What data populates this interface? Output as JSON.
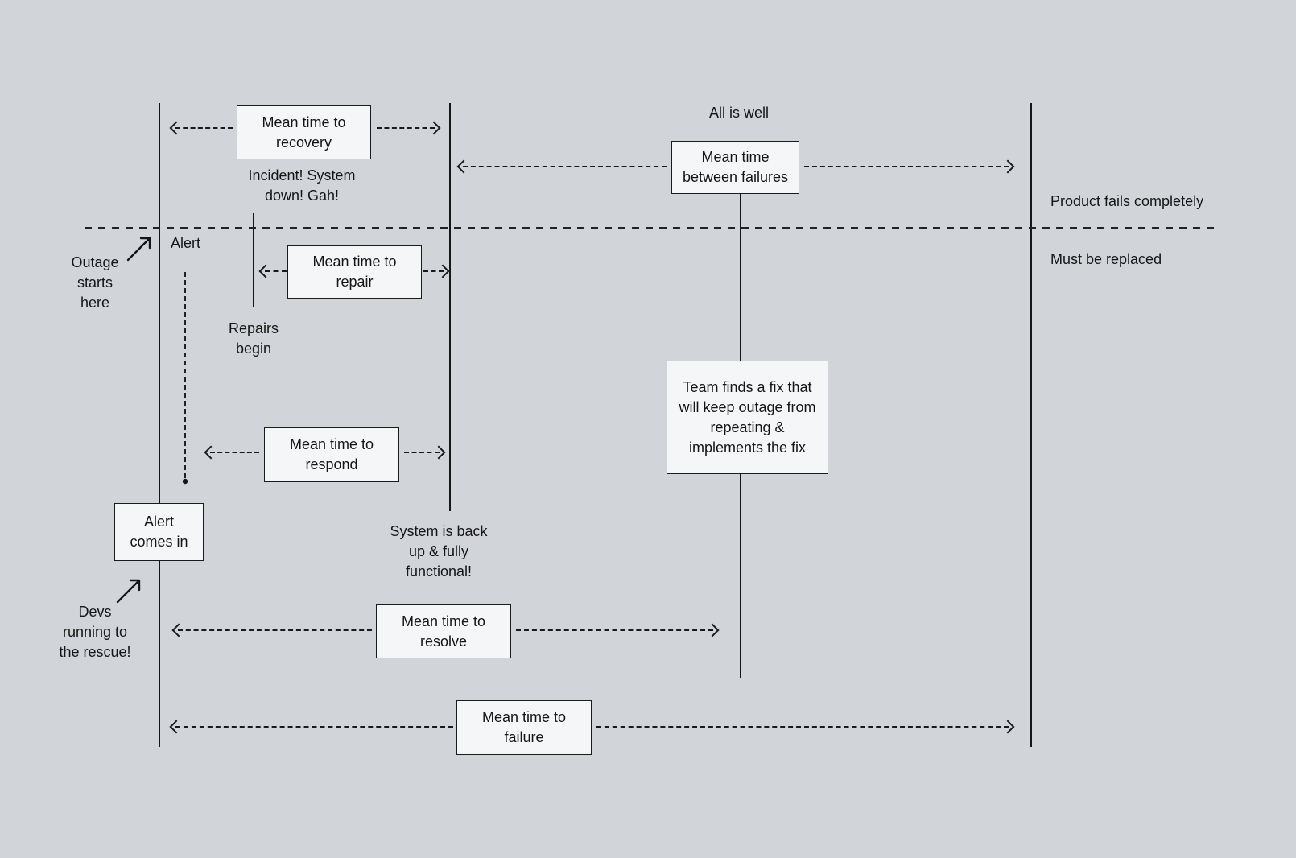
{
  "colors": {
    "background": "#d1d5d9",
    "ink": "#161616",
    "box_fill": "#f5f6f7",
    "box_border": "#1b1b1b"
  },
  "boxes": {
    "recovery": {
      "label": "Mean time to\nrecovery"
    },
    "mtbf": {
      "label": "Mean time\nbetween failures"
    },
    "repair": {
      "label": "Mean time to\nrepair"
    },
    "respond": {
      "label": "Mean time to\nrespond"
    },
    "alert_comes_in": {
      "label": "Alert\ncomes in"
    },
    "team_fix": {
      "label": "Team finds a fix that\nwill keep outage from\nrepeating &\nimplements the fix"
    },
    "resolve": {
      "label": "Mean time to\nresolve"
    },
    "failure": {
      "label": "Mean time to\nfailure"
    }
  },
  "labels": {
    "all_is_well": "All is well",
    "incident": "Incident! System\ndown! Gah!",
    "product_fails": "Product fails completely",
    "must_be_replaced": "Must be replaced",
    "alert": "Alert",
    "outage_starts": "Outage\nstarts\nhere",
    "repairs_begin": "Repairs\nbegin",
    "system_back": "System is back\nup & fully\nfunctional!",
    "devs_rescue": "Devs\nrunning to\nthe rescue!"
  }
}
